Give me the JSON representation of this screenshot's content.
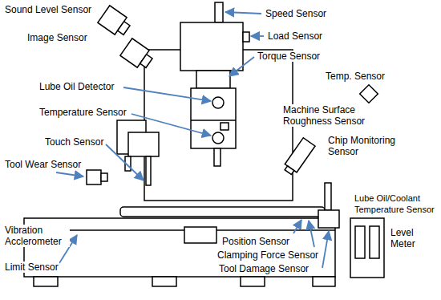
{
  "diagram": {
    "labels": [
      "Sound Level Sensor",
      "Image Sensor",
      "Speed Sensor",
      "Load Sensor",
      "Torque Sensor",
      "Lube Oil Detector",
      "Temperature Sensor",
      "Temp. Sensor",
      "Touch Sensor",
      "Machine Surface Roughness Sensor",
      "Chip Monitoring Sensor",
      "Tool Wear Sensor",
      "Lube Oil/Coolant Temperature Sensor",
      "Level Meter",
      "Vibration Acclerometer",
      "Limit Sensor",
      "Position Sensor",
      "Clamping Force Sensor",
      "Tool Damage Sensor"
    ]
  }
}
